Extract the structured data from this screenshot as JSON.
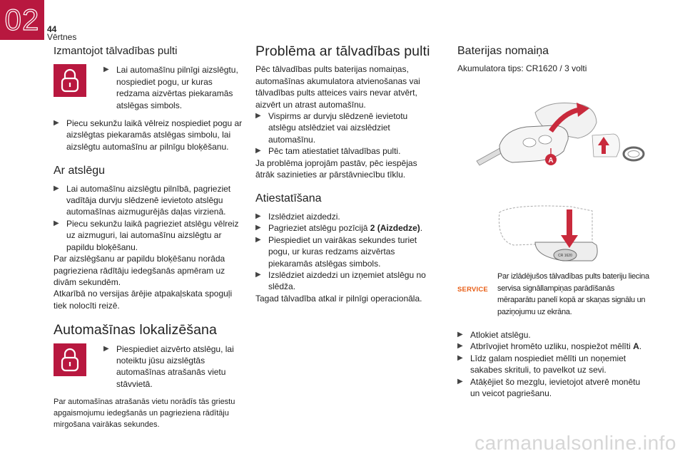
{
  "header": {
    "chapter": "02",
    "page_number": "44",
    "section": "Vērtnes"
  },
  "left": {
    "title1": "Izmantojot tālvadības pulti",
    "icon1_bullets": [
      "Lai automašīnu pilnīgi aizslēgtu, nospiediet pogu, ur kuras redzama aizvērtas piekaramās atslēgas simbols."
    ],
    "bullets1": [
      "Piecu sekunžu laikā vēlreiz nospiediet pogu ar aizslēgtas piekaramās atslēgas simbolu, lai aizslēgtu automašīnu ar pilnīgu bloķēšanu."
    ],
    "title2": "Ar atslēgu",
    "bullets2": [
      "Lai automašīnu aizslēgtu pilnībā, pagrieziet vadītāja durvju slēdzenē ievietoto atslēgu automašīnas aizmugurējās daļas virzienā.",
      "Piecu sekunžu laikā pagrieziet atslēgu vēlreiz uz aizmuguri, lai automašīnu aizslēgtu ar papildu bloķēšanu."
    ],
    "para2a": "Par aizslēgšanu ar papildu bloķēšanu norāda pagrieziena rādītāju iedegšanās apmēram uz divām sekundēm.",
    "para2b": "Atkarībā no versijas ārējie atpakaļskata spoguļi tiek nolocīti reizē.",
    "title3": "Automašīnas lokalizēšana",
    "icon3_bullets": [
      "Piespiediet aizvērto atslēgu, lai noteiktu jūsu aizslēgtās automašīnas atrašanās vietu stāvvietā."
    ],
    "para3": "Par automašīnas atrašanās vietu norādīs tās griestu apgaismojumu iedegšanās un pagrieziena rādītāju mirgošana vairākas sekundes."
  },
  "middle": {
    "title1": "Problēma ar tālvadības pulti",
    "para1": "Pēc tālvadības pults baterijas nomaiņas, automašīnas akumulatora atvienošanas vai tālvadības pults atteices vairs nevar atvērt, aizvērt un atrast automašīnu.",
    "bullets1": [
      "Vispirms ar durvju slēdzenē ievietotu atslēgu atslēdziet vai aizslēdziet automašīnu.",
      "Pēc tam atiestatiet tālvadības pulti."
    ],
    "para1b": "Ja problēma joprojām pastāv, pēc iespējas ātrāk sazinieties ar pārstāvniecību tīklu.",
    "title2": "Atiestatīšana",
    "b1": "Izslēdziet aizdedzi.",
    "b2_pre": "Pagrieziet atslēgu pozīcijā ",
    "b2_bold": "2 (Aizdedze)",
    "b2_post": ".",
    "b3": "Piespiediet un vairākas sekundes turiet pogu, ur kuras redzams aizvērtas piekaramās atslēgas simbols.",
    "b4": "Izslēdziet aizdedzi un izņemiet atslēgu no slēdža.",
    "para2": "Tagad tālvadība atkal ir pilnīgi operacionāla."
  },
  "right": {
    "title1": "Baterijas nomaiņa",
    "battery_type": "Akumulatora tips: CR1620 / 3 volti",
    "callout_label": "A",
    "battery_text": "CR 1620",
    "service_label": "SERVICE",
    "service_text": "Par izlādējušos tālvadības pults bateriju liecina servisa signāllampiņas parādīšanās mēraparātu panelī kopā ar skaņas signālu un paziņojumu uz ekrāna.",
    "s1": "Atlokiet atslēgu.",
    "s2_pre": "Atbrīvojiet hromēto uzliku, nospiežot mēlīti ",
    "s2_bold": "A",
    "s2_post": ".",
    "s3": "Līdz galam nospiediet mēlīti un noņemiet sakabes skrituli, to pavelkot uz sevi.",
    "s4": "Atāķējiet šo mezglu, ievietojot atverē monētu un veicot pagriešanu."
  },
  "watermark": "carmanualsonline.info",
  "colors": {
    "accent": "#b8183f",
    "service": "#e85d14"
  }
}
